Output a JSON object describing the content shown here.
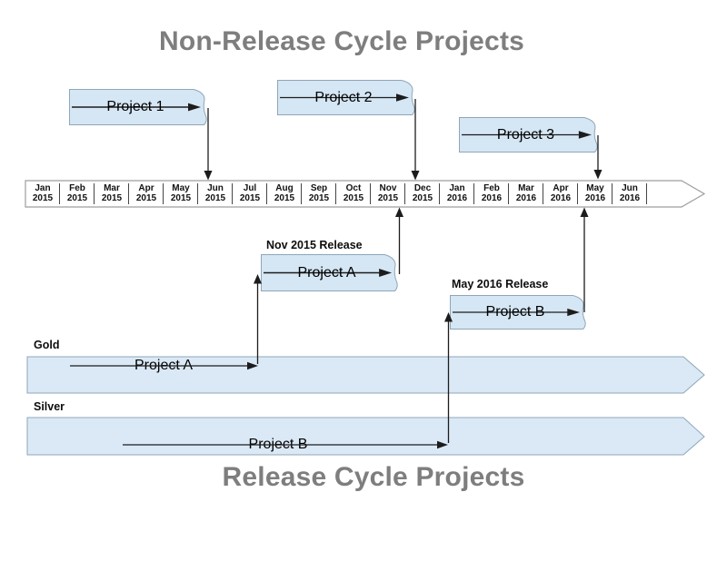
{
  "titles": {
    "top": "Non-Release Cycle Projects",
    "bottom": "Release Cycle Projects"
  },
  "colors": {
    "title_gray": "#7e7e7e",
    "shape_fill": "#d5e6f4",
    "band_fill": "#dbe9f6",
    "shape_stroke": "#8fa6b8",
    "timeline_stroke": "#9e9e9e",
    "line": "#1c1c1c"
  },
  "non_release_projects": [
    {
      "label": "Project 1"
    },
    {
      "label": "Project 2"
    },
    {
      "label": "Project 3"
    }
  ],
  "timeline": {
    "months": [
      {
        "month": "Jan",
        "year": "2015"
      },
      {
        "month": "Feb",
        "year": "2015"
      },
      {
        "month": "Mar",
        "year": "2015"
      },
      {
        "month": "Apr",
        "year": "2015"
      },
      {
        "month": "May",
        "year": "2015"
      },
      {
        "month": "Jun",
        "year": "2015"
      },
      {
        "month": "Jul",
        "year": "2015"
      },
      {
        "month": "Aug",
        "year": "2015"
      },
      {
        "month": "Sep",
        "year": "2015"
      },
      {
        "month": "Oct",
        "year": "2015"
      },
      {
        "month": "Nov",
        "year": "2015"
      },
      {
        "month": "Dec",
        "year": "2015"
      },
      {
        "month": "Jan",
        "year": "2016"
      },
      {
        "month": "Feb",
        "year": "2016"
      },
      {
        "month": "Mar",
        "year": "2016"
      },
      {
        "month": "Apr",
        "year": "2016"
      },
      {
        "month": "May",
        "year": "2016"
      },
      {
        "month": "Jun",
        "year": "2016"
      }
    ]
  },
  "releases": [
    {
      "title": "Nov 2015 Release",
      "label": "Project A"
    },
    {
      "title": "May 2016 Release",
      "label": "Project B"
    }
  ],
  "tracks": [
    {
      "name": "Gold",
      "label": "Project A"
    },
    {
      "name": "Silver",
      "label": "Project B"
    }
  ]
}
